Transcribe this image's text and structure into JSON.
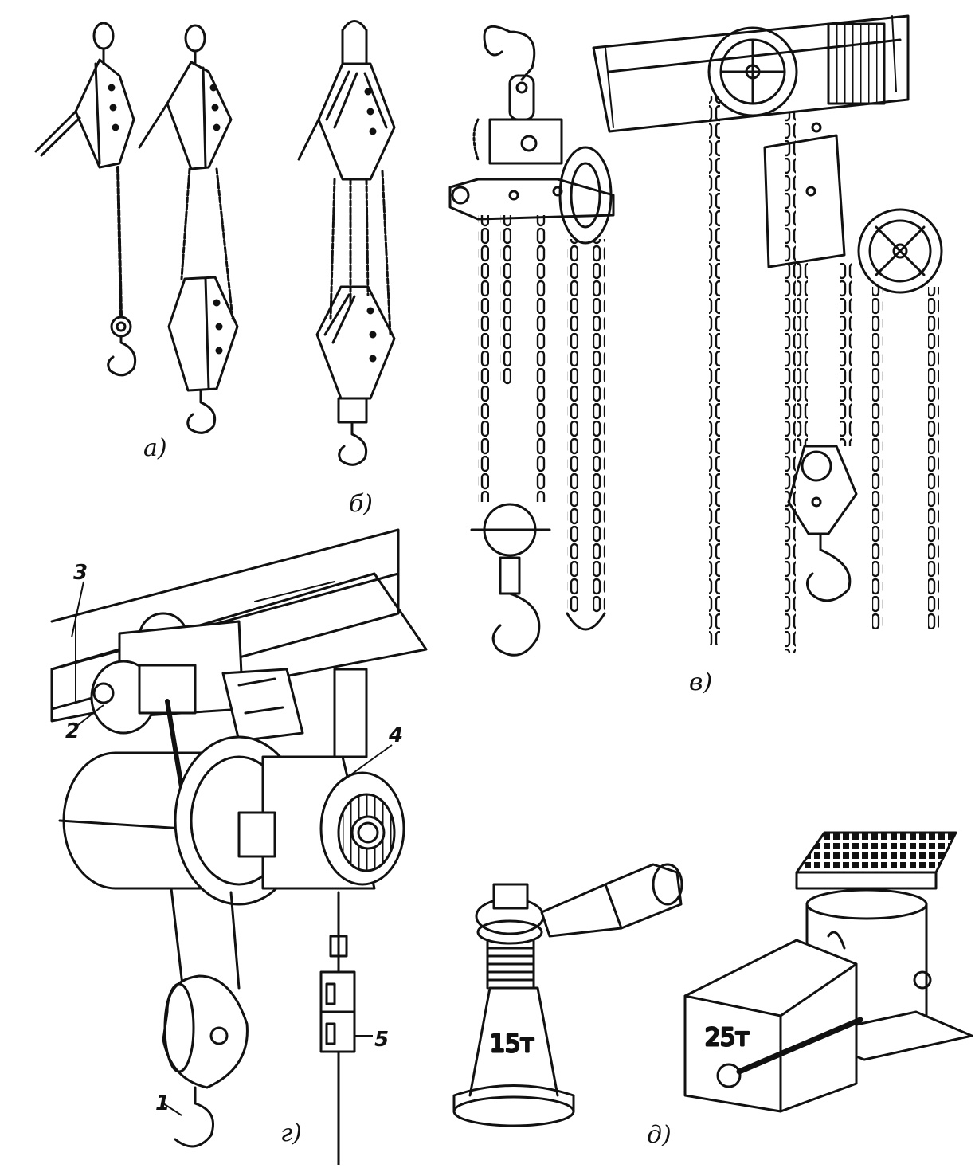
{
  "figure": {
    "panel_labels": {
      "a": "а)",
      "b": "б)",
      "v": "в)",
      "g": "г)",
      "d": "д)"
    },
    "part_numbers": {
      "n1": "1",
      "n2": "2",
      "n3": "3",
      "n4": "4",
      "n5": "5"
    },
    "jack_capacity_screw": "15т",
    "jack_capacity_hydraulic": "25т"
  },
  "colors": {
    "ink": "#111111",
    "paper": "#ffffff"
  }
}
